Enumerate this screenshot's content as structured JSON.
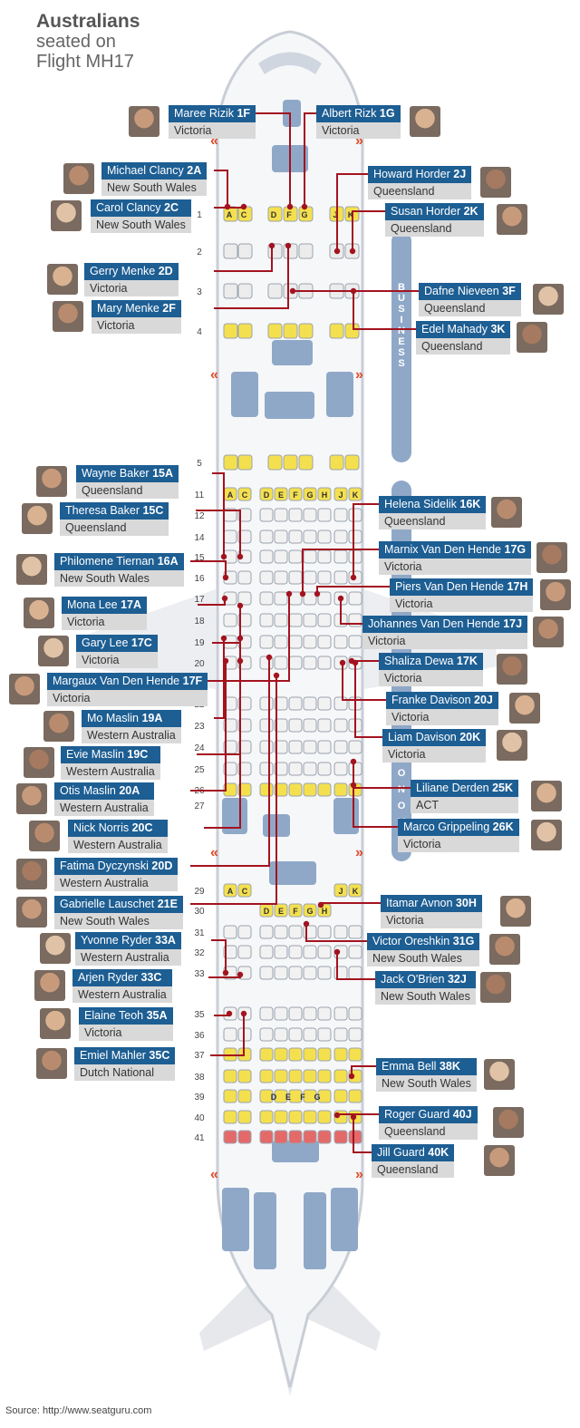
{
  "title": {
    "line1": "Australians",
    "line2": "seated on",
    "line3": "Flight MH17"
  },
  "source": "Source: http://www.seatguru.com",
  "colors": {
    "label_blue": "#1d5e93",
    "state_grey": "#d9d9d9",
    "leader_red": "#a3131f",
    "fuselage_blue": "#8fa8c8",
    "business_seat": "#f4e04f",
    "economy_seat": "#f2f2f2"
  },
  "rows": [
    "1",
    "2",
    "3",
    "4",
    "5",
    "11",
    "12",
    "14",
    "15",
    "16",
    "17",
    "18",
    "19",
    "20",
    "22",
    "23",
    "24",
    "25",
    "26",
    "27",
    "29",
    "30",
    "31",
    "32",
    "33",
    "35",
    "36",
    "37",
    "38",
    "39",
    "40",
    "41"
  ],
  "cabin_labels": {
    "business": "BUSINESS",
    "economy": "ECONOMY"
  },
  "seat_letters": {
    "row1": [
      "A",
      "C",
      "D",
      "F",
      "G",
      "J",
      "K"
    ],
    "row11": [
      "A",
      "C",
      "D",
      "E",
      "F",
      "G",
      "H",
      "J",
      "K"
    ],
    "row29": [
      "A",
      "C",
      "J",
      "K"
    ],
    "row30": [
      "D",
      "E",
      "F",
      "G",
      "H"
    ],
    "row39": [
      "D",
      "E",
      "F",
      "G"
    ]
  },
  "passengers": [
    {
      "name": "Maree Rizik",
      "seat": "1F",
      "state": "Victoria",
      "side": "left"
    },
    {
      "name": "Albert Rizk",
      "seat": "1G",
      "state": "Victoria",
      "side": "right"
    },
    {
      "name": "Michael Clancy",
      "seat": "2A",
      "state": "New South Wales",
      "side": "left"
    },
    {
      "name": "Carol Clancy",
      "seat": "2C",
      "state": "New South Wales",
      "side": "left"
    },
    {
      "name": "Howard Horder",
      "seat": "2J",
      "state": "Queensland",
      "side": "right"
    },
    {
      "name": "Susan Horder",
      "seat": "2K",
      "state": "Queensland",
      "side": "right"
    },
    {
      "name": "Gerry Menke",
      "seat": "2D",
      "state": "Victoria",
      "side": "left"
    },
    {
      "name": "Mary Menke",
      "seat": "2F",
      "state": "Victoria",
      "side": "left"
    },
    {
      "name": "Dafne Nieveen",
      "seat": "3F",
      "state": "Queensland",
      "side": "right"
    },
    {
      "name": "Edel Mahady",
      "seat": "3K",
      "state": "Queensland",
      "side": "right"
    },
    {
      "name": "Wayne Baker",
      "seat": "15A",
      "state": "Queensland",
      "side": "left"
    },
    {
      "name": "Theresa Baker",
      "seat": "15C",
      "state": "Queensland",
      "side": "left"
    },
    {
      "name": "Helena Sidelik",
      "seat": "16K",
      "state": "Queensland",
      "side": "right"
    },
    {
      "name": "Philomene Tiernan",
      "seat": "16A",
      "state": "New South Wales",
      "side": "left"
    },
    {
      "name": "Marnix Van Den Hende",
      "seat": "17G",
      "state": "Victoria",
      "side": "right"
    },
    {
      "name": "Piers Van Den Hende",
      "seat": "17H",
      "state": "Victoria",
      "side": "right"
    },
    {
      "name": "Mona Lee",
      "seat": "17A",
      "state": "Victoria",
      "side": "left"
    },
    {
      "name": "Johannes Van Den Hende",
      "seat": "17J",
      "state": "Victoria",
      "side": "right"
    },
    {
      "name": "Gary Lee",
      "seat": "17C",
      "state": "Victoria",
      "side": "left"
    },
    {
      "name": "Shaliza Dewa",
      "seat": "17K",
      "state": "Victoria",
      "side": "right"
    },
    {
      "name": "Margaux Van Den Hende",
      "seat": "17F",
      "state": "Victoria",
      "side": "left"
    },
    {
      "name": "Franke Davison",
      "seat": "20J",
      "state": "Victoria",
      "side": "right"
    },
    {
      "name": "Mo Maslin",
      "seat": "19A",
      "state": "Western Australia",
      "side": "left"
    },
    {
      "name": "Liam Davison",
      "seat": "20K",
      "state": "Victoria",
      "side": "right"
    },
    {
      "name": "Evie Maslin",
      "seat": "19C",
      "state": "Western Australia",
      "side": "left"
    },
    {
      "name": "Otis Maslin",
      "seat": "20A",
      "state": "Western Australia",
      "side": "left"
    },
    {
      "name": "Liliane Derden",
      "seat": "25K",
      "state": "ACT",
      "side": "right"
    },
    {
      "name": "Nick Norris",
      "seat": "20C",
      "state": "Western Australia",
      "side": "left"
    },
    {
      "name": "Marco Grippeling",
      "seat": "26K",
      "state": "Victoria",
      "side": "right"
    },
    {
      "name": "Fatima Dyczynski",
      "seat": "20D",
      "state": "Western Australia",
      "side": "left"
    },
    {
      "name": "Gabrielle Lauschet",
      "seat": "21E",
      "state": "New South Wales",
      "side": "left"
    },
    {
      "name": "Itamar Avnon",
      "seat": "30H",
      "state": "Victoria",
      "side": "right"
    },
    {
      "name": "Victor Oreshkin",
      "seat": "31G",
      "state": "New South Wales",
      "side": "right"
    },
    {
      "name": "Yvonne Ryder",
      "seat": "33A",
      "state": "Western Australia",
      "side": "left"
    },
    {
      "name": "Jack O'Brien",
      "seat": "32J",
      "state": "New South Wales",
      "side": "right"
    },
    {
      "name": "Arjen Ryder",
      "seat": "33C",
      "state": "Western Australia",
      "side": "left"
    },
    {
      "name": "Elaine Teoh",
      "seat": "35A",
      "state": "Victoria",
      "side": "left"
    },
    {
      "name": "Emiel Mahler",
      "seat": "35C",
      "state": "Dutch National",
      "side": "left"
    },
    {
      "name": "Emma Bell",
      "seat": "38K",
      "state": "New South Wales",
      "side": "right"
    },
    {
      "name": "Roger Guard",
      "seat": "40J",
      "state": "Queensland",
      "side": "right"
    },
    {
      "name": "Jill Guard",
      "seat": "40K",
      "state": "Queensland",
      "side": "right"
    }
  ]
}
